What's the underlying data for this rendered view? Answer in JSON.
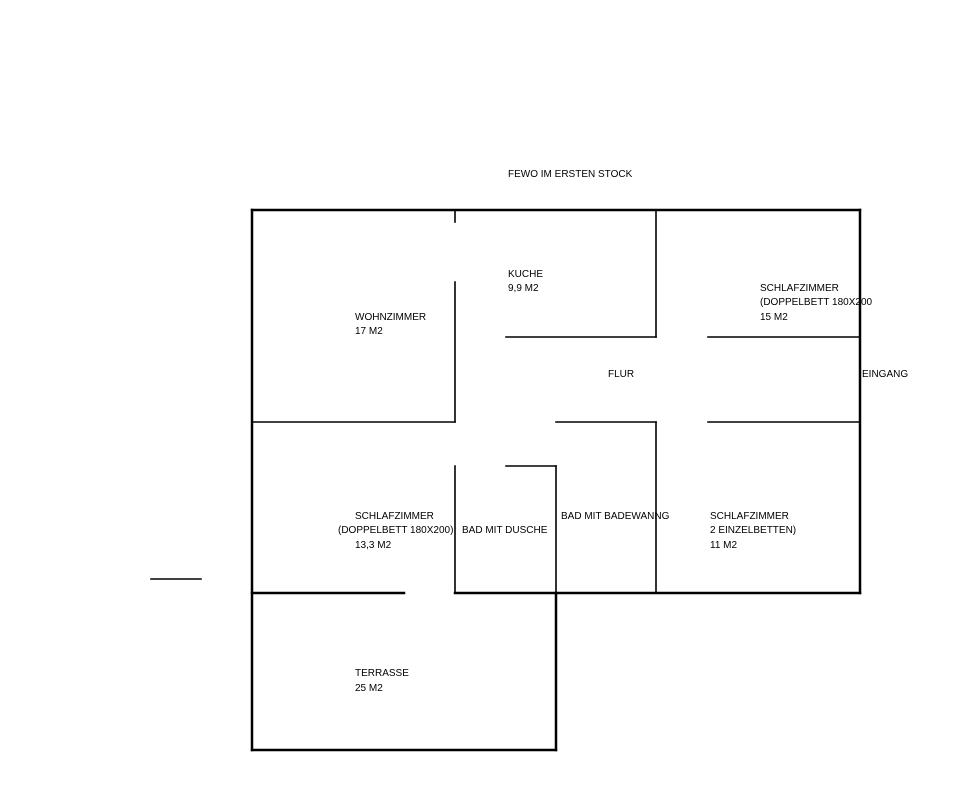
{
  "title": "FEWO IM ERSTEN STOCK",
  "rooms": {
    "wohnzimmer": {
      "name": "WOHNZIMMER",
      "area": "17 M2"
    },
    "kueche": {
      "name": "KUCHE",
      "area": "9,9 M2"
    },
    "schlafzimmer_1": {
      "name": "SCHLAFZIMMER",
      "note": "(DOPPELBETT 180X200",
      "area": "15 M2"
    },
    "flur": {
      "name": "FLUR"
    },
    "eingang": {
      "name": "EINGANG"
    },
    "schlafzimmer_2": {
      "name": "SCHLAFZIMMER",
      "note": "(DOPPELBETT 180X200)",
      "area": "13,3 M2"
    },
    "bad_dusche": {
      "name": "BAD MIT DUSCHE"
    },
    "bad_badewanne": {
      "name": "BAD MIT BADEWANNG"
    },
    "schlafzimmer_3": {
      "name": "SCHLAFZIMMER",
      "note": "2 EINZELBETTEN)",
      "area": "11 M2"
    },
    "terrasse": {
      "name": "TERRASSE",
      "area": "25 M2"
    }
  }
}
